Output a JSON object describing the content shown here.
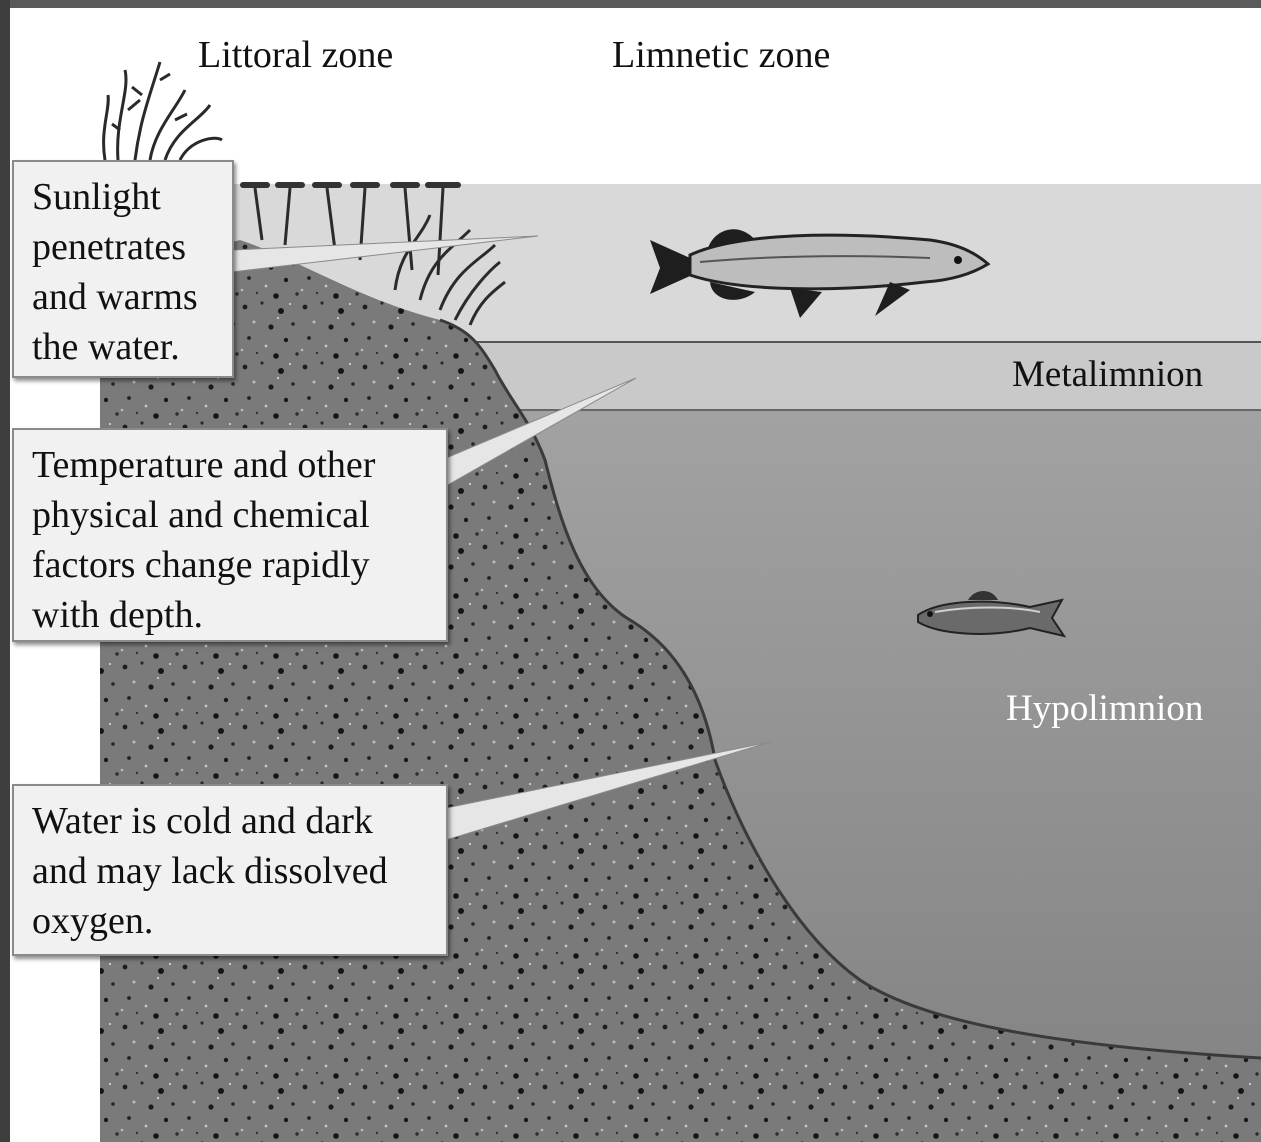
{
  "diagram": {
    "zone_labels": {
      "littoral": "Littoral zone",
      "limnetic": "Limnetic zone"
    },
    "layer_labels": {
      "metalimnion": "Metalimnion",
      "hypolimnion": "Hypolimnion"
    },
    "callouts": {
      "sunlight": [
        "Sunlight",
        "penetrates",
        "and warms",
        "the water."
      ],
      "temperature": [
        "Temperature and other",
        "physical and chemical",
        "factors change rapidly",
        "with depth."
      ],
      "cold": [
        "Water is cold and dark",
        "and may lack dissolved",
        "oxygen."
      ]
    },
    "colors": {
      "epilimnion": "#dcdcdc",
      "metalimnion": "#cdcdcd",
      "hypolimnion": "#8e8e8e",
      "sediment": "#5a5a5a",
      "callout_bg": "#f1f1f1"
    }
  }
}
